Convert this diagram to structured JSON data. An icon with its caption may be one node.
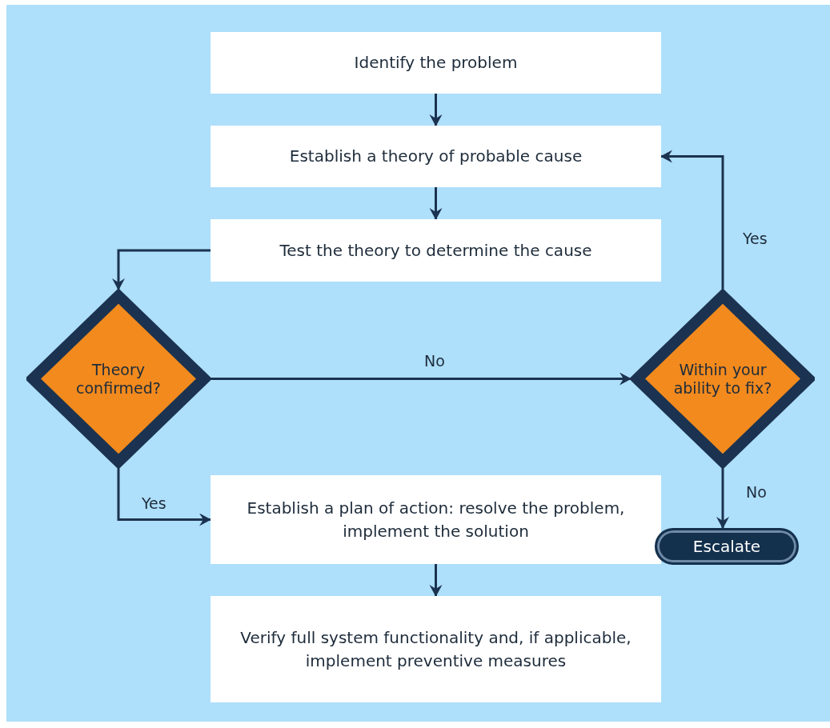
{
  "diagram": {
    "nodes": [
      {
        "text": [
          "Identify the problem"
        ]
      },
      {
        "text": [
          "Establish a theory of probable cause"
        ]
      },
      {
        "text": [
          "Test the theory to determine the cause"
        ]
      },
      {
        "text": [
          "Theory confirmed?"
        ]
      },
      {
        "text": [
          "Within your ability to fix?"
        ]
      },
      {
        "text": [
          "Establish a plan of action: resolve the problem, implement the solution"
        ]
      },
      {
        "text": [
          "Verify full system functionality and, if applicable, implement preventive measures"
        ]
      },
      {
        "text": [
          "Escalate"
        ]
      }
    ],
    "edges": [
      {
        "from": 0,
        "to": 1,
        "arrow": "to"
      },
      {
        "from": 1,
        "to": 2,
        "arrow": "to"
      },
      {
        "from": 2,
        "to": 3,
        "arrow": "to"
      },
      {
        "from": 3,
        "to": 4,
        "arrow": "to",
        "label": "No"
      },
      {
        "from": 3,
        "to": 5,
        "arrow": "to",
        "label": "Yes"
      },
      {
        "from": 4,
        "to": 1,
        "arrow": "to",
        "label": "Yes"
      },
      {
        "from": 4,
        "to": 7,
        "arrow": "to",
        "label": "No"
      },
      {
        "from": 5,
        "to": 6,
        "arrow": "to"
      }
    ]
  }
}
